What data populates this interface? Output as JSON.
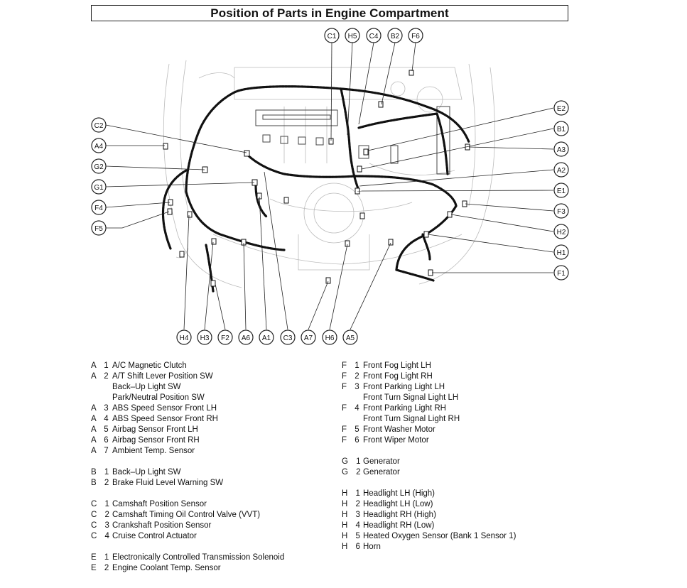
{
  "title": "Position of Parts in Engine Compartment",
  "callouts": {
    "top": [
      "C1",
      "H5",
      "C4",
      "B2",
      "F6"
    ],
    "left": [
      "C2",
      "A4",
      "G2",
      "G1",
      "F4",
      "F5"
    ],
    "right": [
      "E2",
      "B1",
      "A3",
      "A2",
      "E1",
      "F3",
      "H2",
      "H1",
      "F1"
    ],
    "bottom": [
      "H4",
      "H3",
      "F2",
      "A6",
      "A1",
      "C3",
      "A7",
      "H6",
      "A5"
    ]
  },
  "legend_left": [
    {
      "code": "A 1",
      "text": "A/C Magnetic Clutch"
    },
    {
      "code": "A 2",
      "text": "A/T Shift Lever Position SW"
    },
    {
      "code": "",
      "text": "Back–Up Light SW"
    },
    {
      "code": "",
      "text": "Park/Neutral Position SW"
    },
    {
      "code": "A 3",
      "text": "ABS Speed Sensor Front LH"
    },
    {
      "code": "A 4",
      "text": "ABS Speed Sensor Front RH"
    },
    {
      "code": "A 5",
      "text": "Airbag Sensor Front LH"
    },
    {
      "code": "A 6",
      "text": "Airbag Sensor Front RH"
    },
    {
      "code": "A 7",
      "text": "Ambient Temp. Sensor"
    },
    {
      "code": "",
      "text": ""
    },
    {
      "code": "B 1",
      "text": "Back–Up Light SW"
    },
    {
      "code": "B 2",
      "text": "Brake Fluid Level Warning SW"
    },
    {
      "code": "",
      "text": ""
    },
    {
      "code": "C 1",
      "text": "Camshaft Position Sensor"
    },
    {
      "code": "C 2",
      "text": "Camshaft Timing Oil Control Valve (VVT)"
    },
    {
      "code": "C 3",
      "text": "Crankshaft Position Sensor"
    },
    {
      "code": "C 4",
      "text": "Cruise Control Actuator"
    },
    {
      "code": "",
      "text": ""
    },
    {
      "code": "E 1",
      "text": "Electronically Controlled Transmission Solenoid"
    },
    {
      "code": "E 2",
      "text": "Engine Coolant Temp. Sensor"
    }
  ],
  "legend_right": [
    {
      "code": "F 1",
      "text": "Front Fog Light LH"
    },
    {
      "code": "F 2",
      "text": "Front Fog Light RH"
    },
    {
      "code": "F 3",
      "text": "Front Parking Light LH"
    },
    {
      "code": "",
      "text": "Front Turn Signal Light LH"
    },
    {
      "code": "F 4",
      "text": "Front Parking Light RH"
    },
    {
      "code": "",
      "text": "Front Turn Signal Light RH"
    },
    {
      "code": "F 5",
      "text": "Front Washer Motor"
    },
    {
      "code": "F 6",
      "text": "Front Wiper Motor"
    },
    {
      "code": "",
      "text": ""
    },
    {
      "code": "G 1",
      "text": "Generator"
    },
    {
      "code": "G 2",
      "text": "Generator"
    },
    {
      "code": "",
      "text": ""
    },
    {
      "code": "H 1",
      "text": "Headlight LH (High)"
    },
    {
      "code": "H 2",
      "text": "Headlight LH (Low)"
    },
    {
      "code": "H 3",
      "text": "Headlight RH (High)"
    },
    {
      "code": "H 4",
      "text": "Headlight RH (Low)"
    },
    {
      "code": "H 5",
      "text": "Heated Oxygen Sensor (Bank 1 Sensor 1)"
    },
    {
      "code": "H 6",
      "text": "Horn"
    }
  ]
}
